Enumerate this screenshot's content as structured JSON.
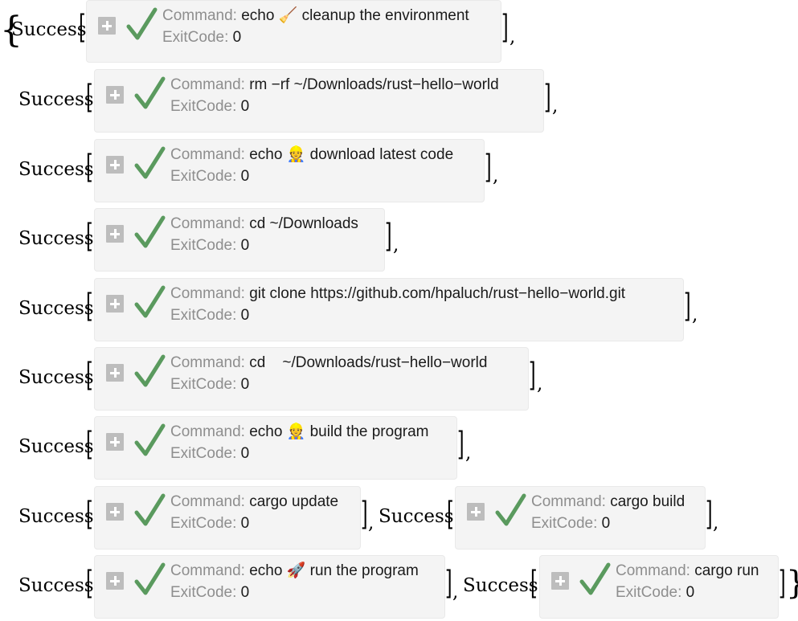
{
  "success_label": "Success",
  "command_label": "Command:",
  "exit_label": "ExitCode:",
  "open_brace": "{",
  "close_brace": "}",
  "open_bracket": "[",
  "close_bracket": "]",
  "comma": ",",
  "results": [
    {
      "command": "echo 🧹 cleanup the environment",
      "exit_code": "0"
    },
    {
      "command": "rm −rf ~/Downloads/rust−hello−world",
      "exit_code": "0"
    },
    {
      "command": "echo 👷 download latest code",
      "exit_code": "0"
    },
    {
      "command": "cd ~/Downloads",
      "exit_code": "0"
    },
    {
      "command": "git clone https://github.com/hpaluch/rust−hello−world.git",
      "exit_code": "0"
    },
    {
      "command": "cd    ~/Downloads/rust−hello−world",
      "exit_code": "0"
    },
    {
      "command": "echo 👷 build the program",
      "exit_code": "0"
    },
    {
      "command": "cargo update",
      "exit_code": "0"
    },
    {
      "command": "cargo build",
      "exit_code": "0"
    },
    {
      "command": "echo 🚀 run the program",
      "exit_code": "0"
    },
    {
      "command": "cargo run",
      "exit_code": "0"
    }
  ],
  "colors": {
    "check": "#5a9a5e",
    "panel_bg": "#f4f4f4",
    "label": "#8e8e8e",
    "plus_box": "#bdbdbd"
  },
  "icons": {
    "expand": "plus-square-icon",
    "status": "checkmark-icon"
  }
}
